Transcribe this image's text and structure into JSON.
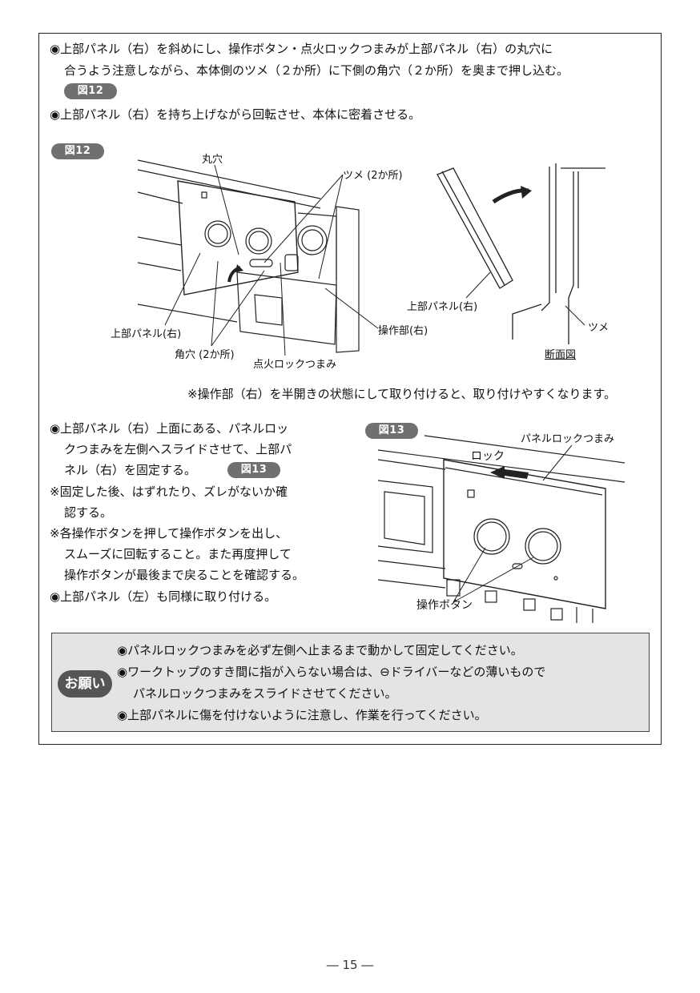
{
  "intro": {
    "line1": "◉上部パネル（右）を斜めにし、操作ボタン・点火ロックつまみが上部パネル（右）の丸穴に",
    "line2": "合うよう注意しながら、本体側のツメ（２か所）に下側の角穴（２か所）を奥まで押し込む。",
    "ref_badge": "図12",
    "line3": "◉上部パネル（右）を持ち上げながら回転させ、本体に密着させる。"
  },
  "figure12": {
    "badge": "図12",
    "labels": {
      "maruana": "丸穴",
      "tsume2": "ツメ (2か所)",
      "panel_right_main": "上部パネル(右)",
      "kakuana": "角穴 (2か所)",
      "tenka_lock": "点火ロックつまみ",
      "sousabu": "操作部(右)",
      "panel_right_side": "上部パネル(右)",
      "tsume": "ツメ",
      "dammenzu": "断面図"
    },
    "note": "※操作部（右）を半開きの状態にして取り付けると、取り付けやすくなります。"
  },
  "instructions": {
    "item1_l1": "◉上部パネル（右）上面にある、パネルロッ",
    "item1_l2": "クつまみを左側へスライドさせて、上部パ",
    "item1_l3": "ネル（右）を固定する。",
    "item1_badge": "図13",
    "item2_l1": "※固定した後、はずれたり、ズレがないか確",
    "item2_l2": "認する。",
    "item3_l1": "※各操作ボタンを押して操作ボタンを出し、",
    "item3_l2": "スムーズに回転すること。また再度押して",
    "item3_l3": "操作ボタンが最後まで戻ることを確認する。",
    "item4": "◉上部パネル（左）も同様に取り付ける。"
  },
  "figure13": {
    "badge": "図13",
    "labels": {
      "panel_lock": "パネルロックつまみ",
      "lock": "ロック",
      "sousa_button": "操作ボタン"
    }
  },
  "request": {
    "badge": "お願い",
    "items": [
      "◉パネルロックつまみを必ず左側へ止まるまで動かして固定してください。",
      "◉ワークトップのすき間に指が入らない場合は、⊖ドライバーなどの薄いもので",
      "パネルロックつまみをスライドさせてください。",
      "◉上部パネルに傷を付けないように注意し、作業を行ってください。"
    ]
  },
  "page_number": "― 15 ―"
}
